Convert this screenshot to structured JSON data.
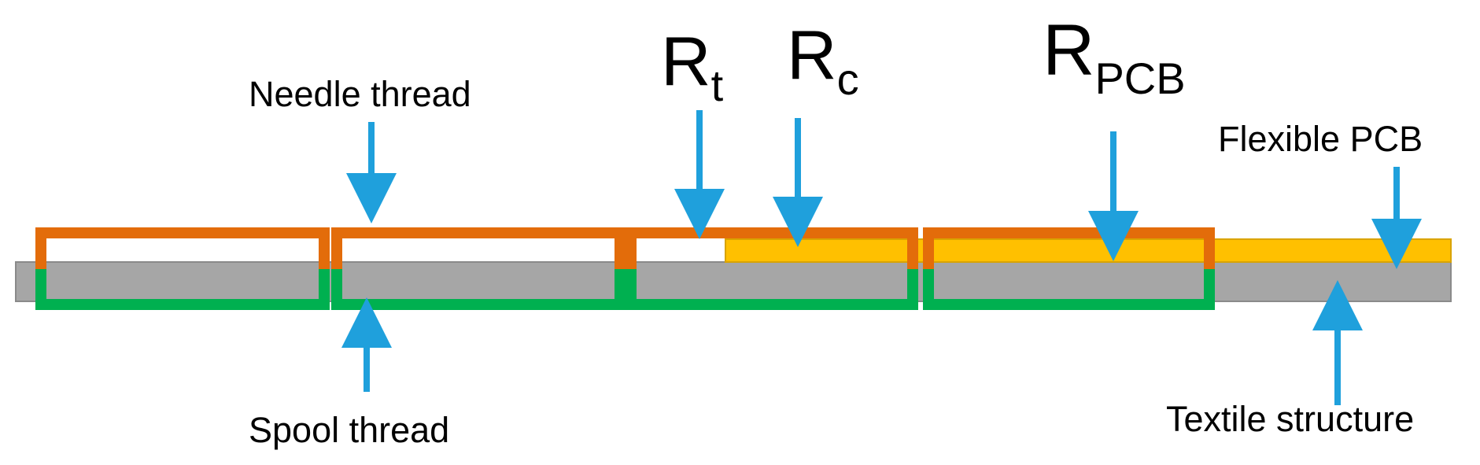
{
  "labels": {
    "needle_thread": "Needle thread",
    "spool_thread": "Spool thread",
    "flexible_pcb": "Flexible PCB",
    "textile_structure": "Textile structure"
  },
  "resistances": {
    "rt": {
      "main": "R",
      "sub": "t"
    },
    "rc": {
      "main": "R",
      "sub": "c"
    },
    "rpcb": {
      "main": "R",
      "sub": "PCB"
    }
  },
  "colors": {
    "needle_thread": "#E36C0A",
    "spool_thread": "#00B050",
    "flexible_pcb": "#FFC000",
    "textile_structure": "#A6A6A6",
    "arrow": "#1FA0DC"
  }
}
